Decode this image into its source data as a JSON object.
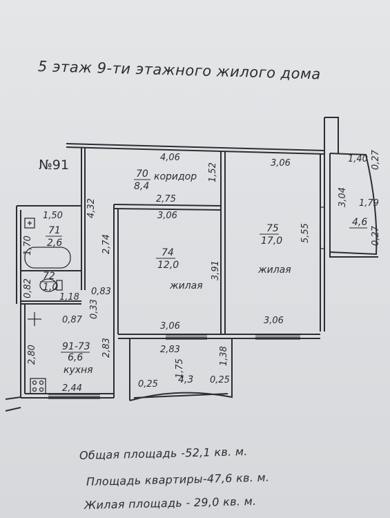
{
  "title": "5 этаж 9-ти этажного жилого дома",
  "apartment_number": "№91",
  "rooms": {
    "corridor": {
      "num": "70",
      "area": "8,4",
      "label": "коридор"
    },
    "bathroom": {
      "num": "71",
      "area": "2,6"
    },
    "toilet": {
      "num": "72",
      "area": "1,0"
    },
    "kitchen": {
      "num": "91-73",
      "area": "6,6",
      "label": "кухня"
    },
    "living_left": {
      "num": "74",
      "area": "12,0",
      "label": "жилая"
    },
    "living_right": {
      "num": "75",
      "area": "17,0",
      "label": "жилая"
    },
    "balcony_right": {
      "area": "4,6"
    },
    "balcony_bottom": {
      "area": "4,3"
    }
  },
  "dimensions": {
    "corridor_top": "4,06",
    "corridor_right": "1,52",
    "corridor_bottom": "2,75",
    "bath_top": "1,50",
    "bath_left": "1,70",
    "entry_left": "4,32",
    "entry_right": "2,74",
    "toilet_left": "0,82",
    "toilet_bottom": "1,18",
    "toilet_right": "0,83",
    "kitchen_top": "0,87",
    "kitchen_top_right": "0,33",
    "kitchen_left": "2,80",
    "kitchen_right": "2,83",
    "kitchen_bottom": "2,44",
    "left_room_top": "3,06",
    "left_room_right": "3,91",
    "left_room_bottom": "3,06",
    "balcony_top": "2,83",
    "balcony_left": "1,75",
    "balcony_right": "1,38",
    "balcony_side_left": "0,25",
    "balcony_side_right": "0,25",
    "right_room_top": "3,06",
    "right_room_left": "5,55",
    "right_room_bottom": "3,06",
    "rb_top_left": "1,40",
    "rb_top_right": "0,27",
    "rb_left": "3,04",
    "rb_mid": "1,79",
    "rb_bottom": "0,27"
  },
  "totals": {
    "total_area": "Общая площадь -52,1 кв. м.",
    "apartment_area": "Площадь квартиры-47,6 кв. м.",
    "living_area": "Жилая площадь - 29,0 кв. м."
  }
}
